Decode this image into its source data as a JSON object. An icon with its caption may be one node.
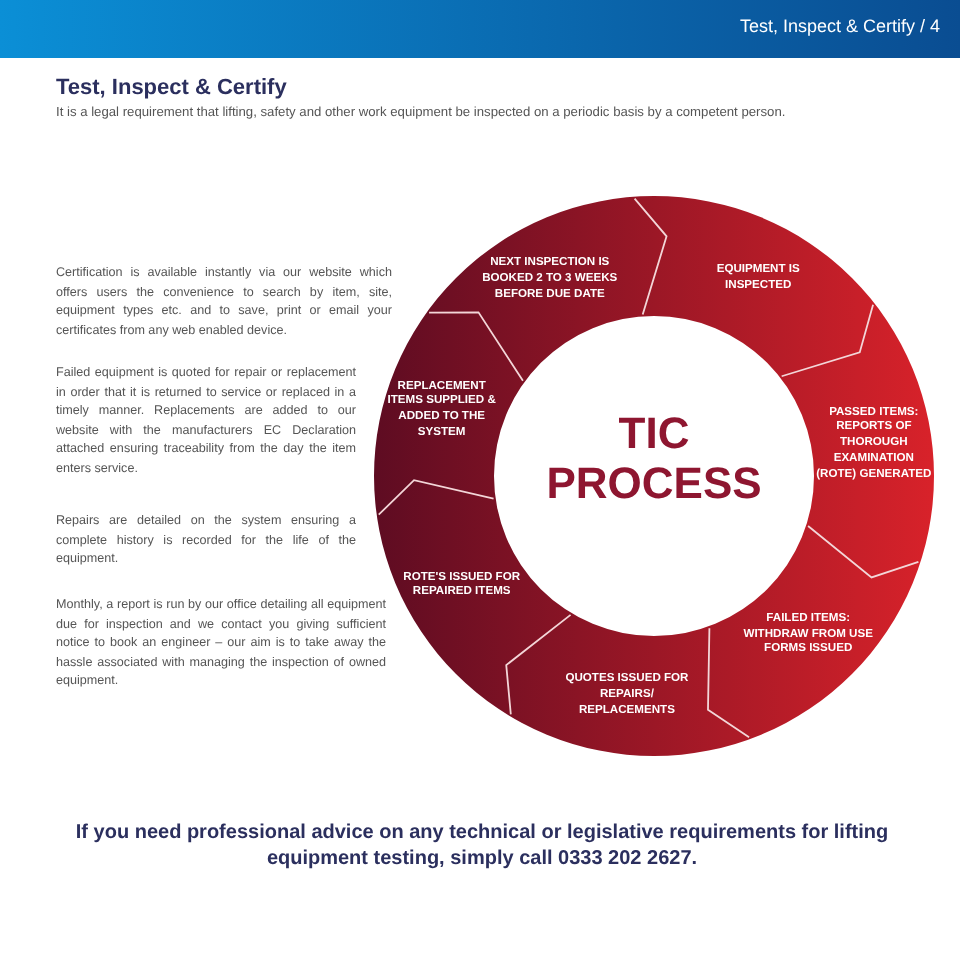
{
  "diagram": {
    "title": "Test, Inspect & Certify",
    "nodes": [
      {
        "text": [
          "NEXT INSPECTION IS BOOKED 2 TO 3 WEEKS BEFORE DUE DATE"
        ]
      },
      {
        "text": [
          "EQUIPMENT IS INSPECTED"
        ]
      },
      {
        "text": [
          "PASSED ITEMS: REPORTS OF THOROUGH EXAMINATION (ROTE) GENERATED"
        ]
      },
      {
        "text": [
          "FAILED ITEMS: WITHDRAW FROM USE FORMS ISSUED"
        ]
      },
      {
        "text": [
          "QUOTES ISSUED FOR REPAIRS/ REPLACEMENTS"
        ]
      },
      {
        "text": [
          "ROTE'S ISSUED FOR REPAIRED ITEMS"
        ]
      },
      {
        "text": [
          "REPLACEMENT ITEMS SUPPLIED & ADDED TO THE SYSTEM"
        ]
      },
      {
        "text": [
          "TIC PROCESS"
        ]
      }
    ],
    "labels": [
      "Test, Inspect & Certify / 4",
      "It is a legal requirement that lifting, safety and other work equipment be inspected on a periodic basis by a competent person.",
      "Certification is available instantly via our website which offers users the convenience to search by item, site, equipment types etc. and to save, print or email your certificates from any web enabled device.",
      "Failed equipment is quoted for repair or replacement in order that it is returned to service or replaced in a timely manner. Replacements are added to our website with the manufacturers EC Declaration attached ensuring traceability from the day the item enters service.",
      "Repairs are detailed on the system ensuring a complete history is recorded for the life of the equipment.",
      "Monthly, a report is run by our office detailing all equipment due for inspection and we contact you giving sufficient notice to book an engineer – our aim is to take away the hassle associated with managing the inspection of owned equipment.",
      "If you need professional advice on any technical or legislative requirements for lifting equipment testing, simply call 0333 202 2627."
    ]
  }
}
